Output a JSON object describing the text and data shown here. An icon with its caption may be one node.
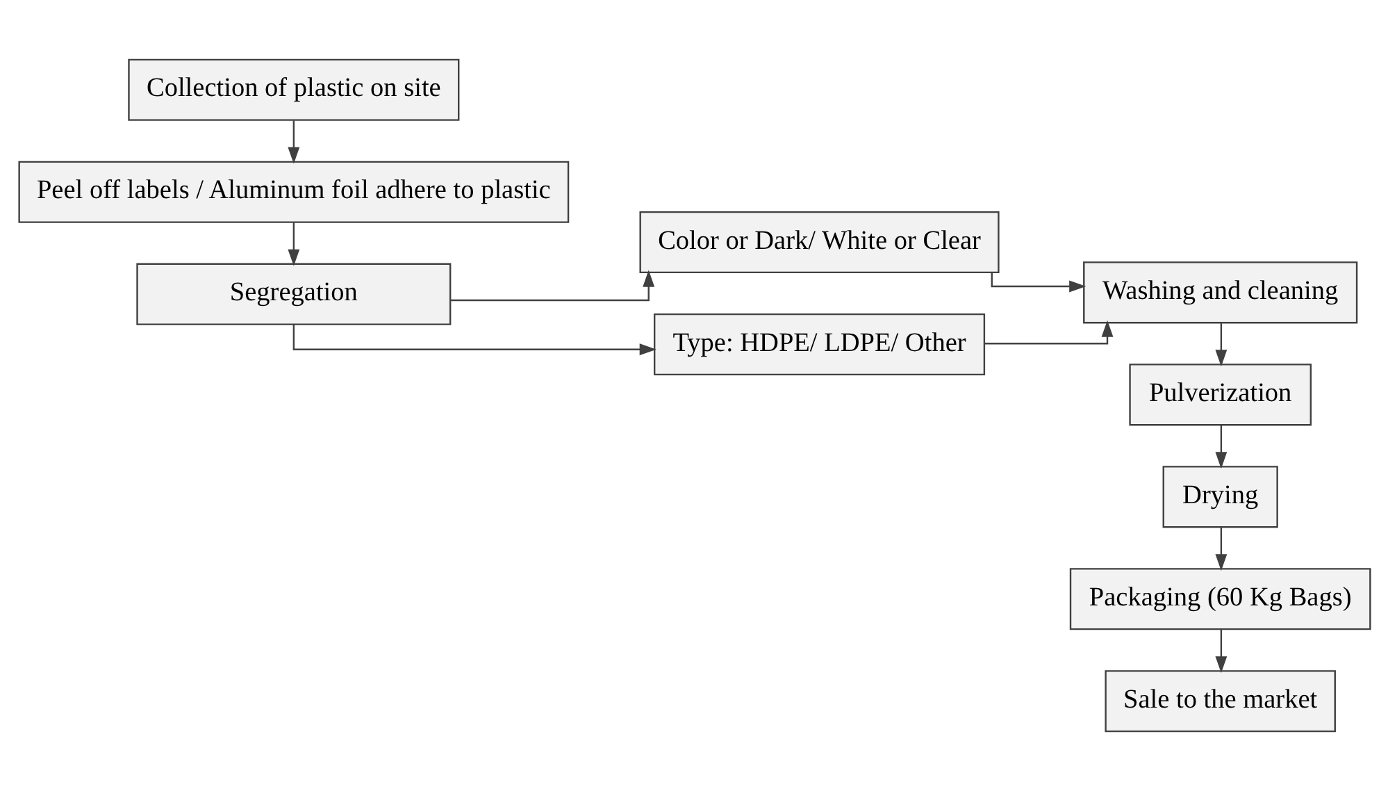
{
  "diagram": {
    "nodes": [
      {
        "text": [
          "Collection of plastic on site"
        ]
      },
      {
        "text": [
          "Peel off labels / Aluminum foil adhere to plastic"
        ]
      },
      {
        "text": [
          "Segregation"
        ]
      },
      {
        "text": [
          "Color or Dark/ White or Clear"
        ]
      },
      {
        "text": [
          "Type: HDPE/ LDPE/ Other"
        ]
      },
      {
        "text": [
          "Washing and cleaning"
        ]
      },
      {
        "text": [
          "Pulverization"
        ]
      },
      {
        "text": [
          "Drying"
        ]
      },
      {
        "text": [
          "Packaging (60 Kg Bags)"
        ]
      },
      {
        "text": [
          "Sale to the market"
        ]
      }
    ],
    "edges": [
      {
        "from": 0,
        "to": 1,
        "arrow": "to"
      },
      {
        "from": 1,
        "to": 2,
        "arrow": "to"
      },
      {
        "from": 2,
        "to": 3,
        "arrow": "to"
      },
      {
        "from": 2,
        "to": 4,
        "arrow": "to"
      },
      {
        "from": 3,
        "to": 5,
        "arrow": "to"
      },
      {
        "from": 4,
        "to": 5,
        "arrow": "to"
      },
      {
        "from": 5,
        "to": 6,
        "arrow": "to"
      },
      {
        "from": 6,
        "to": 7,
        "arrow": "to"
      },
      {
        "from": 7,
        "to": 8,
        "arrow": "to"
      },
      {
        "from": 8,
        "to": 9,
        "arrow": "to"
      }
    ]
  }
}
